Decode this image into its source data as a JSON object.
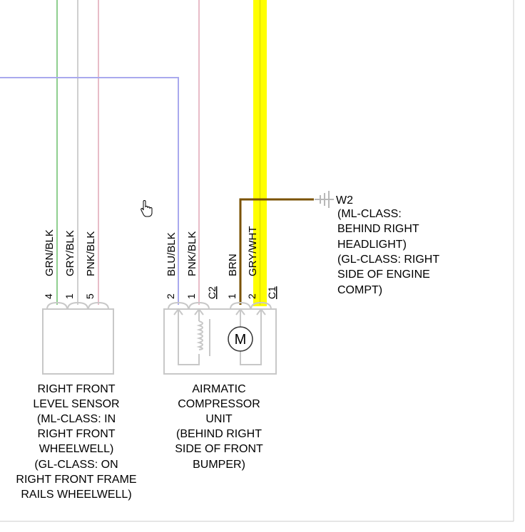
{
  "wire_colors": {
    "grn_blk": "#8fcf8f",
    "gry_blk": "#cfcfcf",
    "pnk_blk": "#e8bcc8",
    "blu_blk": "#a9a9ee",
    "brn": "#7a5200",
    "gry_wht_highlight": "#ffff00",
    "component_outline": "#c8c8c8"
  },
  "level_sensor": {
    "wires": [
      {
        "color_label": "GRN/BLK",
        "pin": "4",
        "color_key": "grn_blk"
      },
      {
        "color_label": "GRY/BLK",
        "pin": "1",
        "color_key": "gry_blk"
      },
      {
        "color_label": "PNK/BLK",
        "pin": "5",
        "color_key": "pnk_blk"
      }
    ],
    "caption": [
      "RIGHT FRONT",
      "LEVEL SENSOR",
      "(ML-CLASS: IN",
      "RIGHT FRONT",
      "WHEELWELL)",
      "(GL-CLASS: ON",
      "RIGHT FRONT FRAME",
      "RAILS WHEELWELL)"
    ]
  },
  "compressor": {
    "connector_c2": {
      "name": "C2",
      "wires": [
        {
          "color_label": "BLU/BLK",
          "pin": "2",
          "color_key": "blu_blk"
        },
        {
          "color_label": "PNK/BLK",
          "pin": "1",
          "color_key": "pnk_blk"
        }
      ]
    },
    "connector_c1": {
      "name": "C1",
      "wires": [
        {
          "color_label": "BRN",
          "pin": "1",
          "color_key": "brn"
        },
        {
          "color_label": "GRY/WHT",
          "pin": "2",
          "color_key": "gry_wht_highlight"
        }
      ]
    },
    "motor_symbol": "M",
    "caption": [
      "AIRMATIC",
      "COMPRESSOR",
      "UNIT",
      "(BEHIND RIGHT",
      "SIDE OF FRONT",
      "BUMPER)"
    ]
  },
  "ground": {
    "name": "W2",
    "location": [
      "(ML-CLASS:",
      "BEHIND RIGHT",
      "HEADLIGHT)",
      "(GL-CLASS: RIGHT",
      "SIDE OF ENGINE",
      "COMPT)"
    ]
  },
  "icons": {
    "cursor": "hand-pointer-icon",
    "ground": "ground-symbol-icon",
    "motor": "motor-icon",
    "coil": "solenoid-coil-icon"
  }
}
